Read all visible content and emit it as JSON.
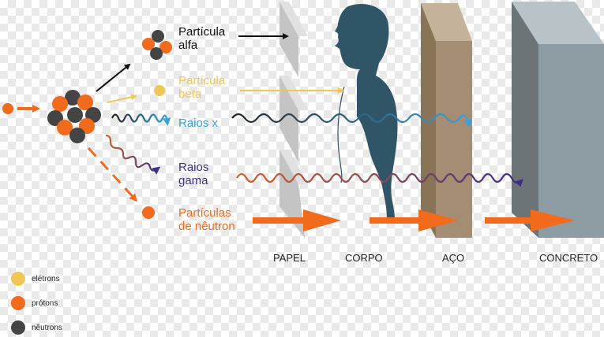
{
  "colors": {
    "alpha": "#111111",
    "beta": "#f0c755",
    "xray": "#35a3dc",
    "gamma": "#3d2f86",
    "neutron": "#f26a1b",
    "proton": "#f26a1b",
    "neutral_particle": "#444444",
    "human": "#2f5566",
    "paper": "#c4c4c4",
    "steel_front": "#a48d73",
    "steel_side": "#8a7458",
    "concrete_front": "#8e9ca4",
    "concrete_side": "#6c7478"
  },
  "radiation": {
    "alpha": {
      "label_line1": "Partícula",
      "label_line2": "alfa"
    },
    "beta": {
      "label_line1": "Partícula",
      "label_line2": "beta"
    },
    "xray": {
      "label": "Raios x"
    },
    "gamma": {
      "label_line1": "Raios",
      "label_line2": "gama"
    },
    "neutron": {
      "label_line1": "Partículas",
      "label_line2": "de nêutron"
    }
  },
  "barriers": {
    "paper": "PAPEL",
    "body": "CORPO",
    "steel": "AÇO",
    "concrete": "CONCRETO"
  },
  "legend": {
    "electrons": {
      "label": "elétrons",
      "color": "#f0c755"
    },
    "protons": {
      "label": "prótons",
      "color": "#f26a1b"
    },
    "neutrons": {
      "label": "nêutrons",
      "color": "#444444"
    }
  }
}
